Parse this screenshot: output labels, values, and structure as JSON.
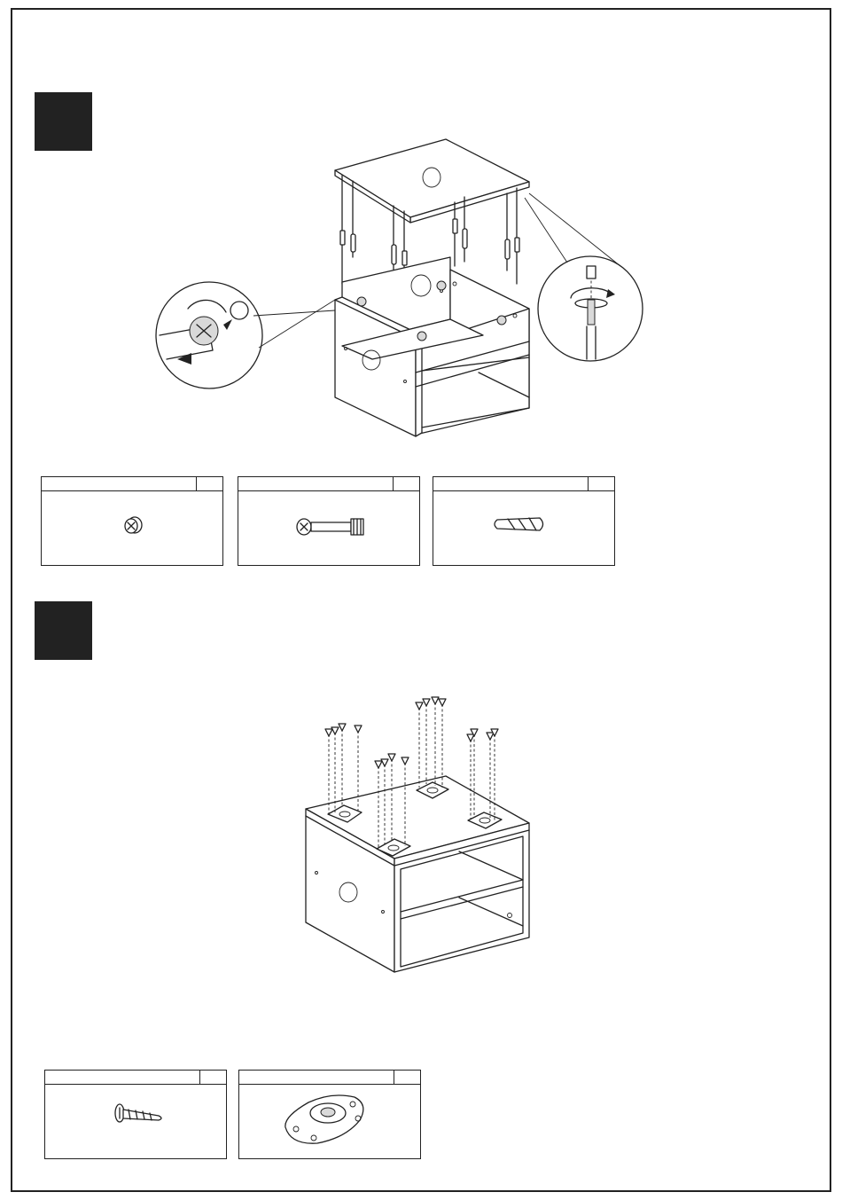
{
  "steps": [
    {
      "number": "",
      "parts": [
        {
          "code": "",
          "qty": "",
          "icon": "cam-lock-nut"
        },
        {
          "code": "",
          "qty": "",
          "icon": "cam-bolt"
        },
        {
          "code": "",
          "qty": "",
          "icon": "wooden-dowel"
        }
      ]
    },
    {
      "number": "",
      "parts": [
        {
          "code": "",
          "qty": "",
          "icon": "wood-screw"
        },
        {
          "code": "",
          "qty": "",
          "icon": "caster-mounting-plate"
        }
      ]
    }
  ]
}
